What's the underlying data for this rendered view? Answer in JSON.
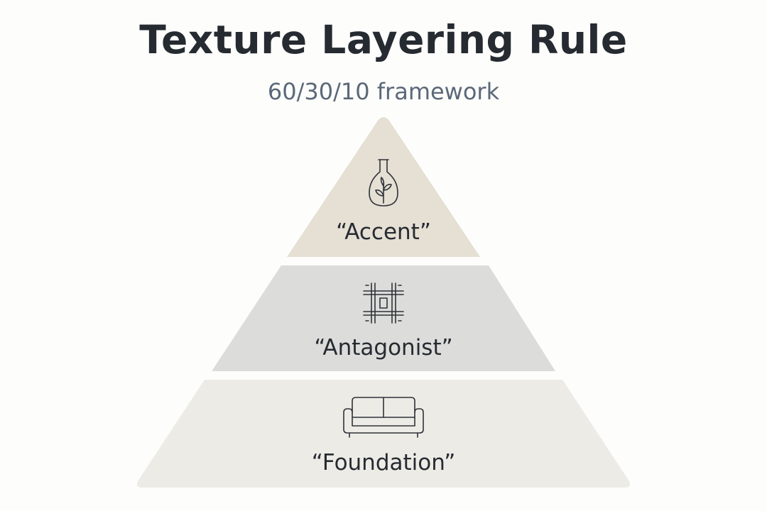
{
  "title": "Texture Layering Rule",
  "subtitle": "60/30/10 framework",
  "tiers": [
    {
      "label": "“Accent”",
      "icon": "vase-icon",
      "color": "#e5dfd4"
    },
    {
      "label": "“Antagonist”",
      "icon": "woven-texture-icon",
      "color": "#dcdcda"
    },
    {
      "label": "“Foundation”",
      "icon": "sofa-icon",
      "color": "#edebe6"
    }
  ]
}
